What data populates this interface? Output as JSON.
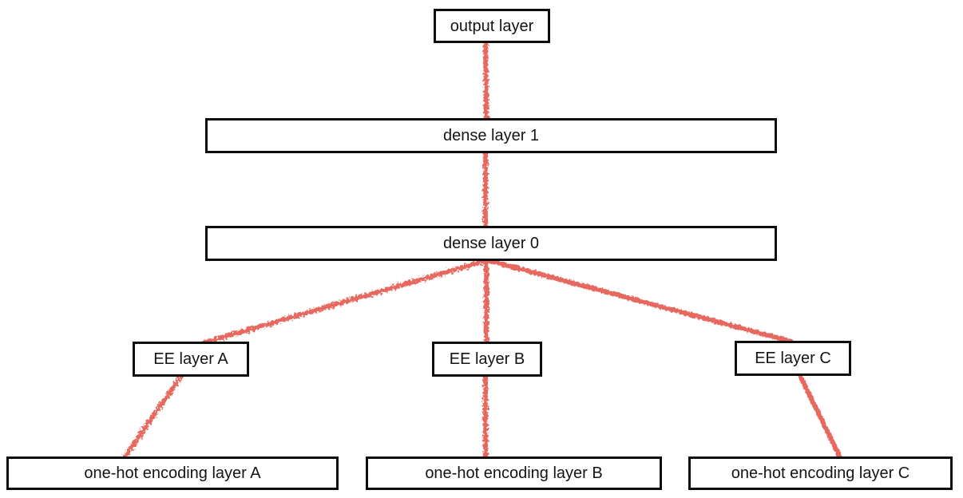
{
  "diagram": {
    "type": "neural-network-architecture",
    "background_color": "#ffffff",
    "edge_color": "#e6685f",
    "edge_style": "rough-crayon",
    "box_border_color": "#0d0d0d",
    "text_color": "#141414"
  },
  "nodes": {
    "output_layer": {
      "label": "output layer"
    },
    "dense_layer_1": {
      "label": "dense layer 1"
    },
    "dense_layer_0": {
      "label": "dense layer 0"
    },
    "ee_layer_a": {
      "label": "EE layer A"
    },
    "ee_layer_b": {
      "label": "EE layer B"
    },
    "ee_layer_c": {
      "label": "EE layer C"
    },
    "one_hot_a": {
      "label": "one-hot encoding layer A"
    },
    "one_hot_b": {
      "label": "one-hot encoding layer B"
    },
    "one_hot_c": {
      "label": "one-hot encoding layer C"
    }
  },
  "edges": [
    {
      "from": "dense_layer_1",
      "to": "output_layer"
    },
    {
      "from": "dense_layer_0",
      "to": "dense_layer_1"
    },
    {
      "from": "ee_layer_a",
      "to": "dense_layer_0"
    },
    {
      "from": "ee_layer_b",
      "to": "dense_layer_0"
    },
    {
      "from": "ee_layer_c",
      "to": "dense_layer_0"
    },
    {
      "from": "one_hot_a",
      "to": "ee_layer_a"
    },
    {
      "from": "one_hot_b",
      "to": "ee_layer_b"
    },
    {
      "from": "one_hot_c",
      "to": "ee_layer_c"
    }
  ]
}
